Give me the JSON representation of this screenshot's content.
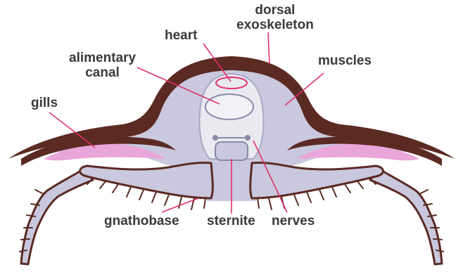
{
  "labels": {
    "dorsal_exoskeleton_1": "dorsal",
    "dorsal_exoskeleton_2": "exoskeleton",
    "heart": "heart",
    "alimentary_canal_1": "alimentary",
    "alimentary_canal_2": "canal",
    "muscles": "muscles",
    "gills": "gills",
    "gnathobase": "gnathobase",
    "sternite": "sternite",
    "nerves": "nerves"
  },
  "colors": {
    "exoskeleton": "#5b2a22",
    "body": "#c9c8de",
    "gut": "#e9e9f0",
    "gills": "#e9a6d8",
    "leader_lines": "#e0336a",
    "heart": "#e0336a",
    "text": "#3a3a3a"
  }
}
